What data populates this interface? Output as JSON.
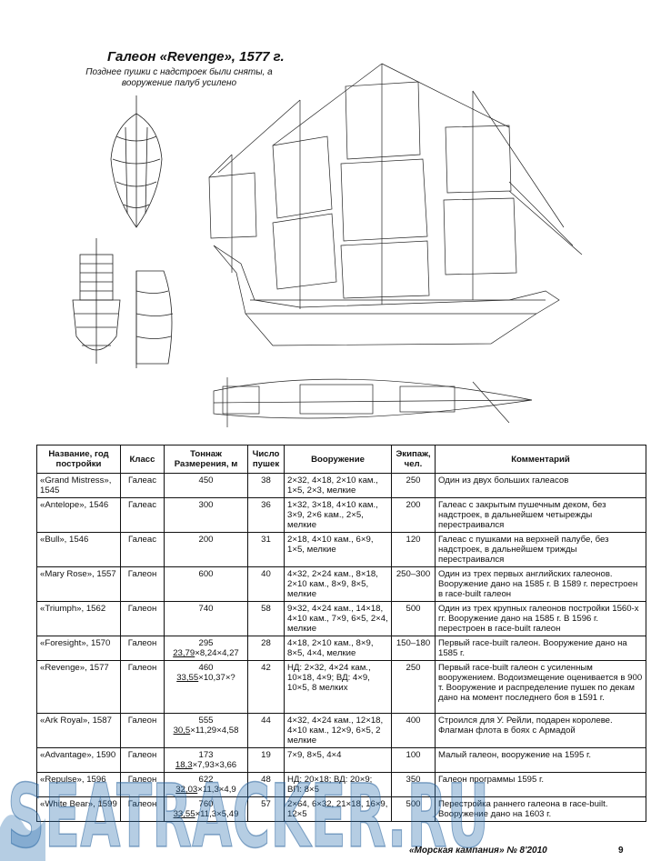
{
  "header": {
    "title": "Галеон «Revenge», 1577 г.",
    "subtitle": "Позднее пушки с надстроек были сняты, а вооружение палуб усилено"
  },
  "table": {
    "headers": [
      "Название, год постройки",
      "Класс",
      "Тоннаж Размерения, м",
      "Число пушек",
      "Вооружение",
      "Экипаж, чел.",
      "Комментарий"
    ],
    "rows": [
      {
        "name": "«Grand Mistress», 1545",
        "class": "Галеас",
        "tonnage": "450",
        "dims": "",
        "guns": "38",
        "arms": "2×32, 4×18, 2×10 кам., 1×5, 2×3, мелкие",
        "crew": "250",
        "comment": "Один из двух больших галеасов"
      },
      {
        "name": "«Antelope», 1546",
        "class": "Галеас",
        "tonnage": "300",
        "dims": "",
        "guns": "36",
        "arms": "1×32, 3×18, 4×10 кам., 3×9, 2×6 кам., 2×5, мелкие",
        "crew": "200",
        "comment": "Галеас с закрытым пушечным деком, без надстроек, в дальнейшем четырежды перестраивался"
      },
      {
        "name": "«Bull», 1546",
        "class": "Галеас",
        "tonnage": "200",
        "dims": "",
        "guns": "31",
        "arms": "2×18, 4×10 кам., 6×9, 1×5, мелкие",
        "crew": "120",
        "comment": "Галеас с пушками на верхней палубе, без надстроек, в дальнейшем трижды перестраивался"
      },
      {
        "name": "«Mary Rose», 1557",
        "class": "Галеон",
        "tonnage": "600",
        "dims": "",
        "guns": "40",
        "arms": "4×32, 2×24 кам., 8×18, 2×10 кам., 8×9, 8×5, мелкие",
        "crew": "250–300",
        "comment": "Один из трех первых английских галеонов. Вооружение дано на 1585 г. В 1589 г. перестроен в race-built галеон"
      },
      {
        "name": "«Triumph», 1562",
        "class": "Галеон",
        "tonnage": "740",
        "dims": "",
        "guns": "58",
        "arms": "9×32, 4×24 кам., 14×18, 4×10 кам., 7×9, 6×5, 2×4, мелкие",
        "crew": "500",
        "comment": "Один из трех крупных галеонов постройки 1560-х гг. Вооружение дано на 1585 г. В 1596 г. перестроен в race-built галеон"
      },
      {
        "name": "«Foresight», 1570",
        "class": "Галеон",
        "tonnage": "295",
        "dims": "23,79×8,24×4,27",
        "guns": "28",
        "arms": "4×18, 2×10 кам., 8×9, 8×5, 4×4, мелкие",
        "crew": "150–180",
        "comment": "Первый race-built галеон. Вооружение дано на 1585 г."
      },
      {
        "name": "«Revenge», 1577",
        "class": "Галеон",
        "tonnage": "460",
        "dims": "33,55×10,37×?",
        "guns": "42",
        "arms": "НД: 2×32, 4×24 кам., 10×18, 4×9; ВД: 4×9, 10×5, 8 мелких",
        "crew": "250",
        "comment": "Первый race-built галеон с усиленным вооружением. Водоизмещение оценивается в 900 т. Вооружение и распределение пушек по декам дано на момент последнего боя в 1591 г."
      },
      {
        "name": "«Ark Royal», 1587",
        "class": "Галеон",
        "tonnage": "555",
        "dims": "30,5×11,29×4,58",
        "guns": "44",
        "arms": "4×32, 4×24 кам., 12×18, 4×10 кам., 12×9, 6×5, 2 мелкие",
        "crew": "400",
        "comment": "Строился для У. Рейли, подарен королеве. Флагман флота в боях с Армадой"
      },
      {
        "name": "«Advantage», 1590",
        "class": "Галеон",
        "tonnage": "173",
        "dims": "18,3×7,93×3,66",
        "guns": "19",
        "arms": "7×9, 8×5, 4×4",
        "crew": "100",
        "comment": "Малый галеон, вооружение на 1595 г."
      },
      {
        "name": "«Repulse», 1596",
        "class": "Галеон",
        "tonnage": "622",
        "dims": "32,03×11,3×4,9",
        "guns": "48",
        "arms": "НД: 20×18; ВД: 20×9; ВП: 8×5",
        "crew": "350",
        "comment": "Галеон программы 1595 г."
      },
      {
        "name": "«White Bear», 1599",
        "class": "Галеон",
        "tonnage": "760",
        "dims": "33,55×11,3×5,49",
        "guns": "57",
        "arms": "2×64, 6×32, 21×18, 16×9, 12×5",
        "crew": "500",
        "comment": "Перестройка раннего галеона в race-built. Вооружение дано на 1603 г."
      }
    ]
  },
  "footer": {
    "magazine": "«Морская кампания» № 8'2010",
    "page": "9"
  },
  "watermark": "SEATRACKER.RU"
}
